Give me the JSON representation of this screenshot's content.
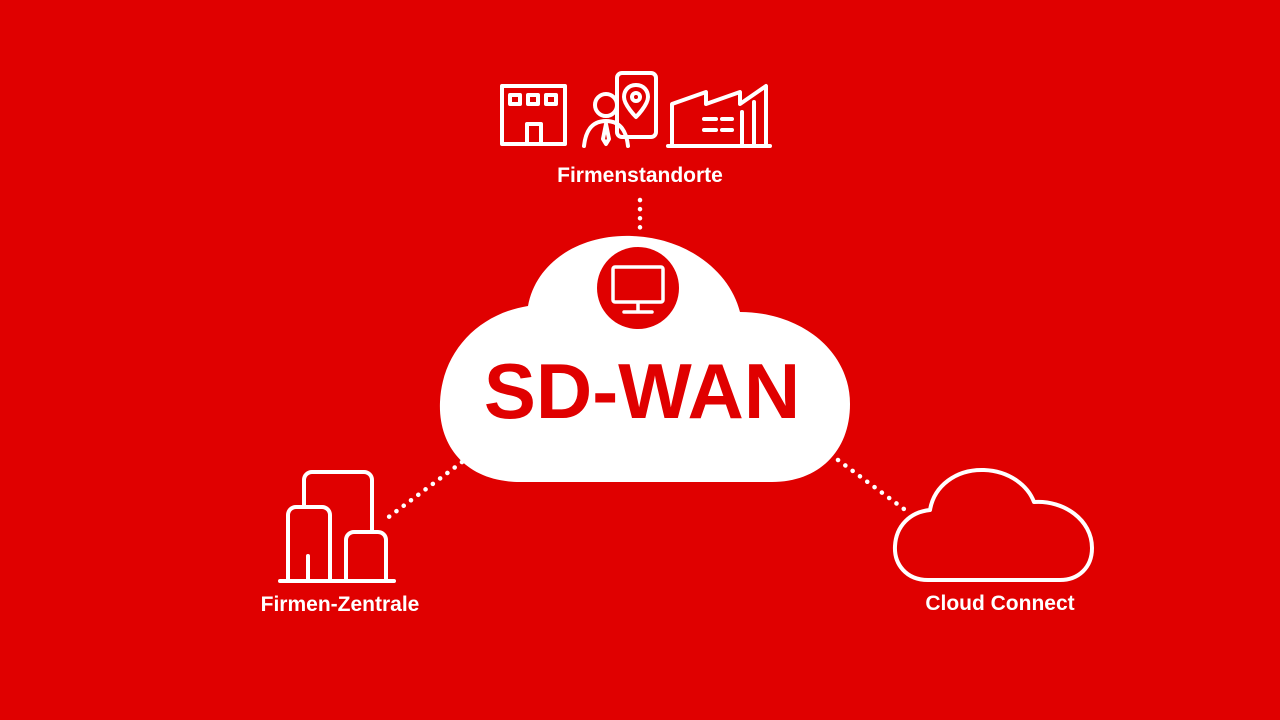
{
  "colors": {
    "background": "#e00000",
    "foreground": "#ffffff",
    "accent": "#e00000"
  },
  "nodes": {
    "center": {
      "title": "SD-WAN",
      "icon": "monitor-icon"
    },
    "top": {
      "label": "Firmenstandorte",
      "icons": [
        "office-building-icon",
        "person-location-icon",
        "factory-icon"
      ]
    },
    "left": {
      "label": "Firmen-Zentrale",
      "icon": "headquarters-buildings-icon"
    },
    "right": {
      "label": "Cloud Connect",
      "icon": "cloud-outline-icon"
    }
  }
}
